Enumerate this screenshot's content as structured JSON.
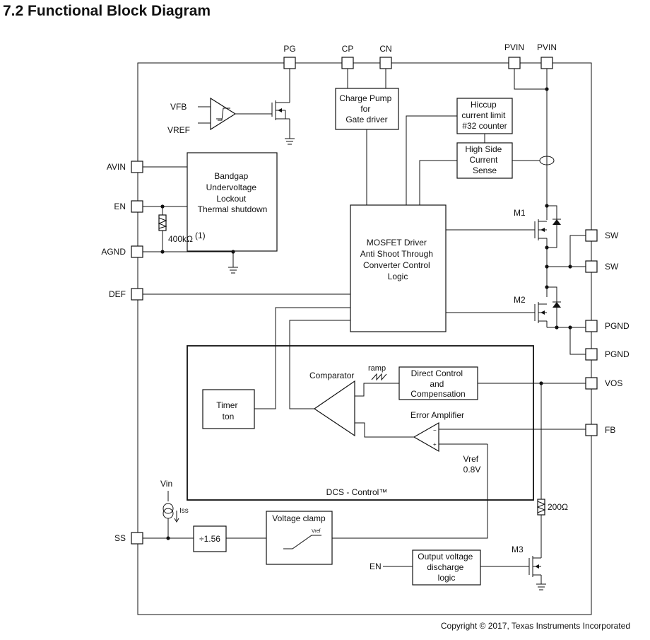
{
  "heading": "7.2   Functional Block Diagram",
  "pins": {
    "pg": "PG",
    "cp": "CP",
    "cn": "CN",
    "pvin1": "PVIN",
    "pvin2": "PVIN",
    "avin": "AVIN",
    "en": "EN",
    "agnd": "AGND",
    "def": "DEF",
    "ss": "SS",
    "sw1": "SW",
    "sw2": "SW",
    "pgnd1": "PGND",
    "pgnd2": "PGND",
    "vos": "VOS",
    "fb": "FB"
  },
  "signals": {
    "vfb": "VFB",
    "vref": "VREF",
    "vin": "Vin",
    "iss": "Iss",
    "en_in": "EN",
    "ramp": "ramp",
    "vref_small": "Vref"
  },
  "blocks": {
    "charge_pump": [
      "Charge Pump",
      "for",
      "Gate driver"
    ],
    "hiccup": [
      "Hiccup",
      "current limit",
      "#32 counter"
    ],
    "high_side_sense": [
      "High Side",
      "Current",
      "Sense"
    ],
    "bandgap": [
      "Bandgap",
      "Undervoltage",
      "Lockout",
      "Thermal shutdown"
    ],
    "mosfet_driver": [
      "MOSFET Driver",
      "Anti Shoot Through",
      "Converter Control",
      "Logic"
    ],
    "dcs_title": "DCS - Control™",
    "timer": [
      "Timer",
      "ton"
    ],
    "comparator": "Comparator",
    "direct_control": [
      "Direct Control",
      "and",
      "Compensation"
    ],
    "error_amp": "Error Amplifier",
    "vref_value": [
      "Vref",
      "0.8V"
    ],
    "divider": "÷1.56",
    "voltage_clamp": "Voltage clamp",
    "discharge": [
      "Output voltage",
      "discharge",
      "logic"
    ]
  },
  "components": {
    "m1": "M1",
    "m2": "M2",
    "m3": "M3",
    "r_en": "400kΩ",
    "r_en_note": "(1)",
    "r_fb": "200Ω"
  },
  "footer": "Copyright © 2017, Texas Instruments Incorporated"
}
